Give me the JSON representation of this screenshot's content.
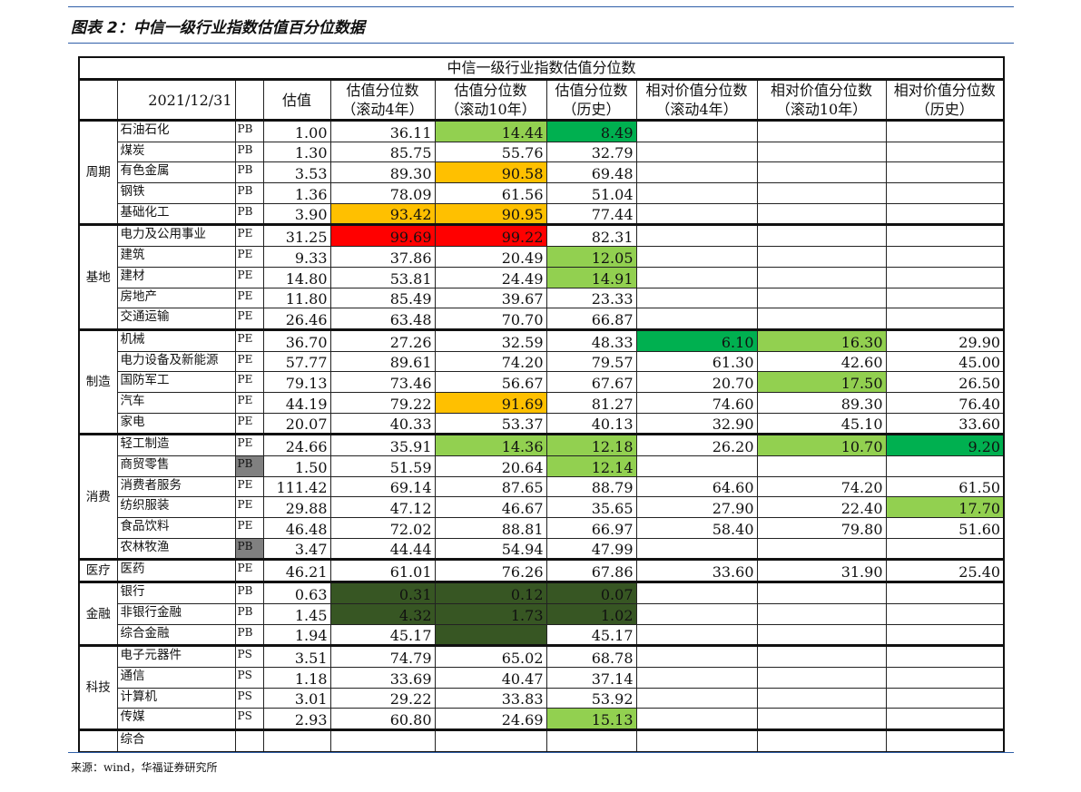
{
  "figure_title": "图表 2：中信一级行业指数估值百分位数据",
  "table_title": "中信一级行业指数估值分位数",
  "date": "2021/12/31",
  "headers": [
    "估值",
    "估值分位数\n（滚动4年）",
    "估值分位数\n（滚动10年）",
    "估值分位数\n（历史）",
    "相对价值分位数\n（滚动4年）",
    "相对价值分位数\n（滚动10年）",
    "相对价值分位数\n（历史）"
  ],
  "colors": {
    "lg": "#92d050",
    "g": "#00b050",
    "o": "#ffc000",
    "r": "#ff0000",
    "dg": "#375623",
    "gray": "#808080"
  },
  "groups": [
    {
      "name": "周期",
      "rows": [
        {
          "name": "石油石化",
          "type": "PB",
          "v": [
            "1.00",
            "36.11",
            "14.44",
            "8.49",
            "",
            "",
            ""
          ],
          "c": {
            "2": "lg",
            "3": "g"
          }
        },
        {
          "name": "煤炭",
          "type": "PB",
          "v": [
            "1.30",
            "85.75",
            "55.76",
            "32.79",
            "",
            "",
            ""
          ]
        },
        {
          "name": "有色金属",
          "type": "PB",
          "v": [
            "3.53",
            "89.30",
            "90.58",
            "69.48",
            "",
            "",
            ""
          ],
          "c": {
            "2": "o"
          }
        },
        {
          "name": "钢铁",
          "type": "PB",
          "v": [
            "1.36",
            "78.09",
            "61.56",
            "51.04",
            "",
            "",
            ""
          ]
        },
        {
          "name": "基础化工",
          "type": "PB",
          "v": [
            "3.90",
            "93.42",
            "90.95",
            "77.44",
            "",
            "",
            ""
          ],
          "c": {
            "1": "o",
            "2": "o"
          }
        }
      ]
    },
    {
      "name": "基地",
      "rows": [
        {
          "name": "电力及公用事业",
          "type": "PE",
          "v": [
            "31.25",
            "99.69",
            "99.22",
            "82.31",
            "",
            "",
            ""
          ],
          "c": {
            "1": "r",
            "2": "r"
          }
        },
        {
          "name": "建筑",
          "type": "PE",
          "v": [
            "9.33",
            "37.86",
            "20.49",
            "12.05",
            "",
            "",
            ""
          ],
          "c": {
            "3": "lg"
          }
        },
        {
          "name": "建材",
          "type": "PE",
          "v": [
            "14.80",
            "53.81",
            "24.49",
            "14.91",
            "",
            "",
            ""
          ],
          "c": {
            "3": "lg"
          }
        },
        {
          "name": "房地产",
          "type": "PE",
          "v": [
            "11.80",
            "85.49",
            "39.67",
            "23.33",
            "",
            "",
            ""
          ]
        },
        {
          "name": "交通运输",
          "type": "PE",
          "v": [
            "26.46",
            "63.48",
            "70.70",
            "66.87",
            "",
            "",
            ""
          ]
        }
      ]
    },
    {
      "name": "制造",
      "rows": [
        {
          "name": "机械",
          "type": "PE",
          "v": [
            "36.70",
            "27.26",
            "32.59",
            "48.33",
            "6.10",
            "16.30",
            "29.90"
          ],
          "c": {
            "4": "g",
            "5": "lg"
          }
        },
        {
          "name": "电力设备及新能源",
          "type": "PE",
          "v": [
            "57.77",
            "89.61",
            "74.20",
            "79.57",
            "61.30",
            "42.60",
            "45.00"
          ]
        },
        {
          "name": "国防军工",
          "type": "PE",
          "v": [
            "79.13",
            "73.46",
            "56.67",
            "67.67",
            "20.70",
            "17.50",
            "26.50"
          ],
          "c": {
            "5": "lg"
          }
        },
        {
          "name": "汽车",
          "type": "PE",
          "v": [
            "44.19",
            "79.22",
            "91.69",
            "81.27",
            "74.60",
            "89.30",
            "76.40"
          ],
          "c": {
            "2": "o"
          }
        },
        {
          "name": "家电",
          "type": "PE",
          "v": [
            "20.07",
            "40.33",
            "53.37",
            "40.13",
            "32.90",
            "45.10",
            "33.60"
          ]
        }
      ]
    },
    {
      "name": "消费",
      "rows": [
        {
          "name": "轻工制造",
          "type": "PE",
          "v": [
            "24.66",
            "35.91",
            "14.36",
            "12.18",
            "26.20",
            "10.70",
            "9.20"
          ],
          "c": {
            "2": "lg",
            "3": "lg",
            "5": "lg",
            "6": "g"
          }
        },
        {
          "name": "商贸零售",
          "type": "PB",
          "tc": "gray",
          "v": [
            "1.50",
            "51.59",
            "20.64",
            "12.14",
            "",
            "",
            ""
          ],
          "c": {
            "3": "lg"
          }
        },
        {
          "name": "消费者服务",
          "type": "PE",
          "v": [
            "111.42",
            "69.14",
            "87.65",
            "88.79",
            "64.60",
            "74.20",
            "61.50"
          ]
        },
        {
          "name": "纺织服装",
          "type": "PE",
          "v": [
            "29.88",
            "47.12",
            "46.67",
            "35.65",
            "27.90",
            "22.40",
            "17.70"
          ],
          "c": {
            "6": "lg"
          }
        },
        {
          "name": "食品饮料",
          "type": "PE",
          "v": [
            "46.48",
            "72.02",
            "88.81",
            "66.97",
            "58.40",
            "79.80",
            "51.60"
          ]
        },
        {
          "name": "农林牧渔",
          "type": "PB",
          "tc": "gray",
          "v": [
            "3.47",
            "44.44",
            "54.94",
            "47.99",
            "",
            "",
            ""
          ]
        }
      ]
    },
    {
      "name": "医疗",
      "rows": [
        {
          "name": "医药",
          "type": "PE",
          "v": [
            "46.21",
            "61.01",
            "76.26",
            "67.86",
            "33.60",
            "31.90",
            "25.40"
          ]
        }
      ]
    },
    {
      "name": "金融",
      "rows": [
        {
          "name": "银行",
          "type": "PB",
          "v": [
            "0.63",
            "0.31",
            "0.12",
            "0.07",
            "",
            "",
            ""
          ],
          "c": {
            "1": "dg",
            "2": "dg",
            "3": "dg"
          }
        },
        {
          "name": "非银行金融",
          "type": "PB",
          "v": [
            "1.45",
            "4.32",
            "1.73",
            "1.02",
            "",
            "",
            ""
          ],
          "c": {
            "1": "dg",
            "2": "dg",
            "3": "dg"
          }
        },
        {
          "name": "综合金融",
          "type": "PB",
          "v": [
            "1.94",
            "45.17",
            "",
            "45.17",
            "",
            "",
            ""
          ],
          "c": {
            "2": "dg"
          }
        }
      ]
    },
    {
      "name": "科技",
      "rows": [
        {
          "name": "电子元器件",
          "type": "PS",
          "v": [
            "3.51",
            "74.79",
            "65.02",
            "68.78",
            "",
            "",
            ""
          ]
        },
        {
          "name": "通信",
          "type": "PS",
          "v": [
            "1.18",
            "33.69",
            "40.47",
            "37.14",
            "",
            "",
            ""
          ]
        },
        {
          "name": "计算机",
          "type": "PS",
          "v": [
            "3.01",
            "29.22",
            "33.83",
            "53.92",
            "",
            "",
            ""
          ]
        },
        {
          "name": "传媒",
          "type": "PS",
          "v": [
            "2.93",
            "60.80",
            "24.69",
            "15.13",
            "",
            "",
            ""
          ],
          "c": {
            "3": "lg"
          }
        }
      ]
    },
    {
      "name": "",
      "rows": [
        {
          "name": "综合",
          "type": "",
          "v": [
            "",
            "",
            "",
            "",
            "",
            "",
            ""
          ]
        }
      ]
    }
  ],
  "source": "来源：wind，华福证券研究所"
}
